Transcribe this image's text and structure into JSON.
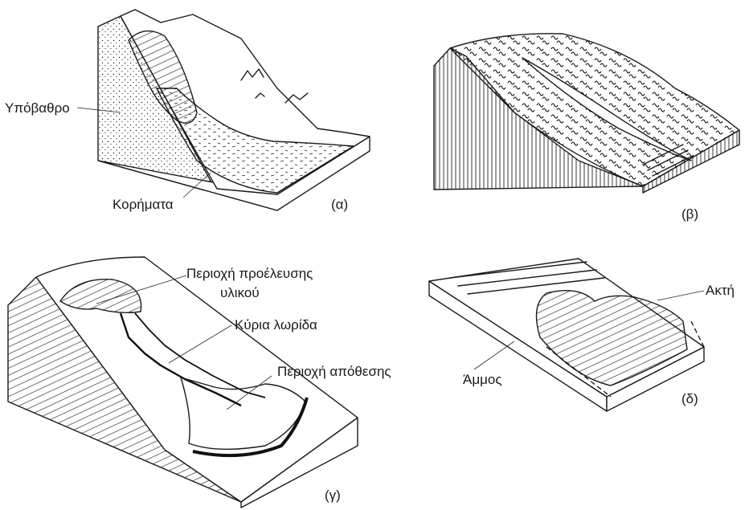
{
  "panels": {
    "a": {
      "tag": "(α)",
      "bedrock_label": "Υπόβαθρο",
      "debris_label": "Κορήματα"
    },
    "b": {
      "tag": "(β)"
    },
    "c": {
      "tag": "(γ)",
      "source_label_line1": "Περιοχή προέλευσης",
      "source_label_line2": "υλικού",
      "track_label": "Κύρια λωρίδα",
      "deposit_label": "Περιοχή απόθεσης"
    },
    "d": {
      "tag": "(δ)",
      "coast_label": "Ακτή",
      "sand_label": "Άμμος"
    }
  }
}
